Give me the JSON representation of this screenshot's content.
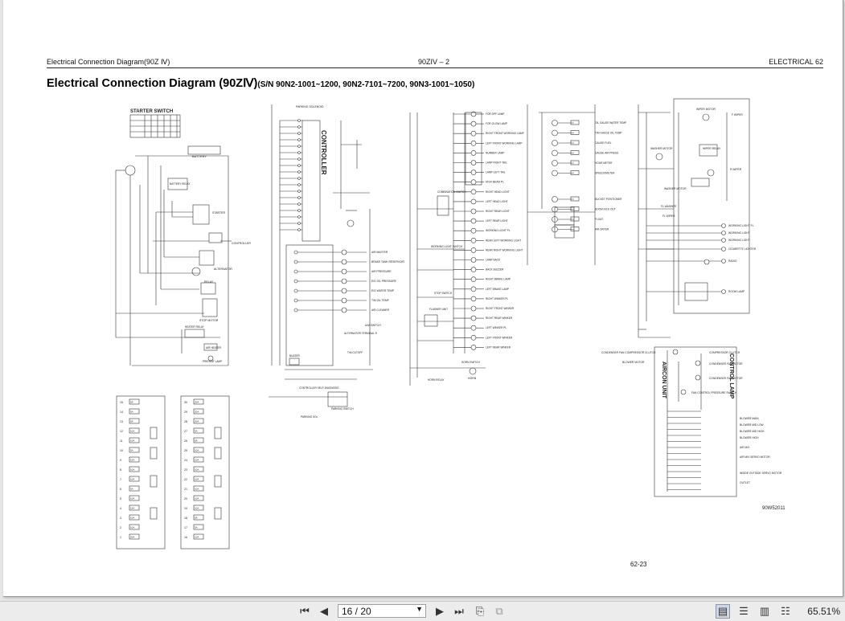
{
  "page": {
    "header_left": "Electrical Connection Diagram(90Z Ⅳ)",
    "header_center": "90ZIV – 2",
    "header_right": "ELECTRICAL 62",
    "title_main": "Electrical Connection Diagram (90ZⅣ)",
    "title_sub": "(S/N 90N2-1001~1200, 90N2-7101~7200, 90N3-1001~1050)",
    "page_number": "62-23",
    "drawing_code": "90W52011"
  },
  "diagram": {
    "starter_switch": "STARTER SWITCH",
    "battery": "BATTERY",
    "battery_relay": "BATTERY RELAY",
    "starter": "STARTER",
    "controller_side": "CONTROLLER",
    "alternator": "ALTERNATOR",
    "relay": "RELAY",
    "stop_motor": "STOP MOTOR",
    "heater_relay": "HEATER RELAY",
    "air_heater": "AIR HEATER",
    "preheat_lamp": "PREHEAT LAMP",
    "parking_solenoid": "PARKING SOLENOID",
    "controller_vertical": "CONTROLLER",
    "air_master": "AIR MASTER",
    "brake_tank_reservoir": "BRAKE TANK RESERVOIR",
    "air_pressure": "AIR PRESSURE",
    "eng_oil_pressure": "E/G OIL PRESSURE",
    "eng_water_temp": "E/G WATER TEMP",
    "tm_oil_temp": "T/M OIL TEMP",
    "air_cleaner": "AIR CLEANER",
    "aim_switch": "A/M SWITCH",
    "alternator_terminal": "ALTERNATOR TERMINAL R",
    "tm_cutoff": "T/M CUTOFF",
    "buzzer": "BUZZER",
    "controller_self_diagnosis": "CONTROLLER SELF-DIAGNOSIS",
    "parking_sol": "PARKING SOL",
    "parking_switch": "PARKING SWITCH",
    "fop_lamps": [
      "FOR DPF LAMP",
      "FOR GLOW LAMP",
      "RIGHT FRONT WORKING LAMP",
      "LEFT FRONT WORKING LAMP",
      "NUMBER LAMP",
      "LAMP RIGHT TAIL",
      "LAMP LEFT TAIL",
      "HIGH BEAM PL",
      "RIGHT HEAD LIGHT",
      "LEFT HEAD LIGHT",
      "RIGHT REAR LIGHT",
      "LEFT REAR LIGHT",
      "WORKING LIGHT PL",
      "REAR LEFT WORKING LIGHT",
      "REAR RIGHT WORKING LIGHT",
      "LAMP BACK",
      "BACK BUZZER",
      "RIGHT BRAKE LAMP",
      "LEFT BRAKE LAMP",
      "RIGHT WINKER PL",
      "RIGHT FRONT WINKER",
      "RIGHT REAR WINKER",
      "LEFT WINKER PL",
      "LEFT FRONT WINKER",
      "LEFT REAR WINKER"
    ],
    "gauges": [
      "OIL GAUGE WATER TEMP",
      "T/M GAUGE OIL TEMP",
      "GAUGE FUEL",
      "GAUGE AIR PRESS",
      "HOUR METER",
      "SPEEDOMETER",
      "BUCKET POSITIONER",
      "BOOM KICK OUT",
      "FLOAT",
      "AIR DRYER"
    ],
    "wiper": [
      "WIPER MOTOR",
      "F WIPER",
      "WASHER MOTOR",
      "WIPER RELAY",
      "R WIPER",
      "WASHER MOTOR",
      "FL WASHER",
      "FL WIPER"
    ],
    "work_lights": [
      "WORKING LIGHT FL",
      "WORKING LIGHT",
      "WORKING LIGHT",
      "CIGARETTE LIGHTER",
      "RADIO",
      "ROOM LAMP"
    ],
    "aircon": [
      "AIRCON UNIT",
      "CONTROL LAMP",
      "CONDENSER FAN COMPRESSOR CLUTCH",
      "BLOWER MOTOR",
      "COMPRESSOR CLUTCH",
      "CONDENSER FAN MOTOR",
      "CONDENSER FAN MOTOR",
      "FAN CONTROL PRESSURE SWITCH",
      "BLOWER MAIN",
      "BLOWER MID LOW",
      "BLOWER MID HIGH",
      "BLOWER HIGH",
      "AIR MIX",
      "AIR MIX SERVO MOTOR",
      "INSIDE OUTSIDE SERVO MOTOR",
      "OUTLET"
    ],
    "combination_switch": "COMBINATION SWITCH",
    "working_light_switch": "WORKING LIGHT SWITCH",
    "stop_switch": "STOP SWITCH",
    "flasher_unit": "FLASHER UNIT",
    "horn_relay": "HORN RELAY",
    "horn_switch": "HORN SWITCH",
    "horn": "HORN",
    "fuse_left": [
      {
        "n": "15",
        "a": "5A"
      },
      {
        "n": "14",
        "a": "5A"
      },
      {
        "n": "13",
        "a": "5A"
      },
      {
        "n": "12",
        "a": "10A"
      },
      {
        "n": "11",
        "a": "10A"
      },
      {
        "n": "10",
        "a": "5A"
      },
      {
        "n": "9",
        "a": "15A"
      },
      {
        "n": "8",
        "a": "10A"
      },
      {
        "n": "7",
        "a": "10A"
      },
      {
        "n": "6",
        "a": "5A"
      },
      {
        "n": "5",
        "a": "10A"
      },
      {
        "n": "4",
        "a": "15A"
      },
      {
        "n": "3",
        "a": "10A"
      },
      {
        "n": "2",
        "a": "10A"
      },
      {
        "n": "1",
        "a": "20A"
      }
    ],
    "fuse_right": [
      {
        "n": "30",
        "a": "20A"
      },
      {
        "n": "29",
        "a": "20A"
      },
      {
        "n": "28",
        "a": "20A"
      },
      {
        "n": "27",
        "a": "5A"
      },
      {
        "n": "26",
        "a": "5A"
      },
      {
        "n": "25",
        "a": "10A"
      },
      {
        "n": "24",
        "a": "10A"
      },
      {
        "n": "23",
        "a": "10A"
      },
      {
        "n": "22",
        "a": "10A"
      },
      {
        "n": "21",
        "a": "10A"
      },
      {
        "n": "20",
        "a": "10A"
      },
      {
        "n": "19",
        "a": "10A"
      },
      {
        "n": "18",
        "a": "5A"
      },
      {
        "n": "17",
        "a": "5A"
      },
      {
        "n": "16",
        "a": "10A"
      }
    ]
  },
  "toolbar": {
    "page_indicator": "16 / 20",
    "zoom": "65.51%"
  }
}
